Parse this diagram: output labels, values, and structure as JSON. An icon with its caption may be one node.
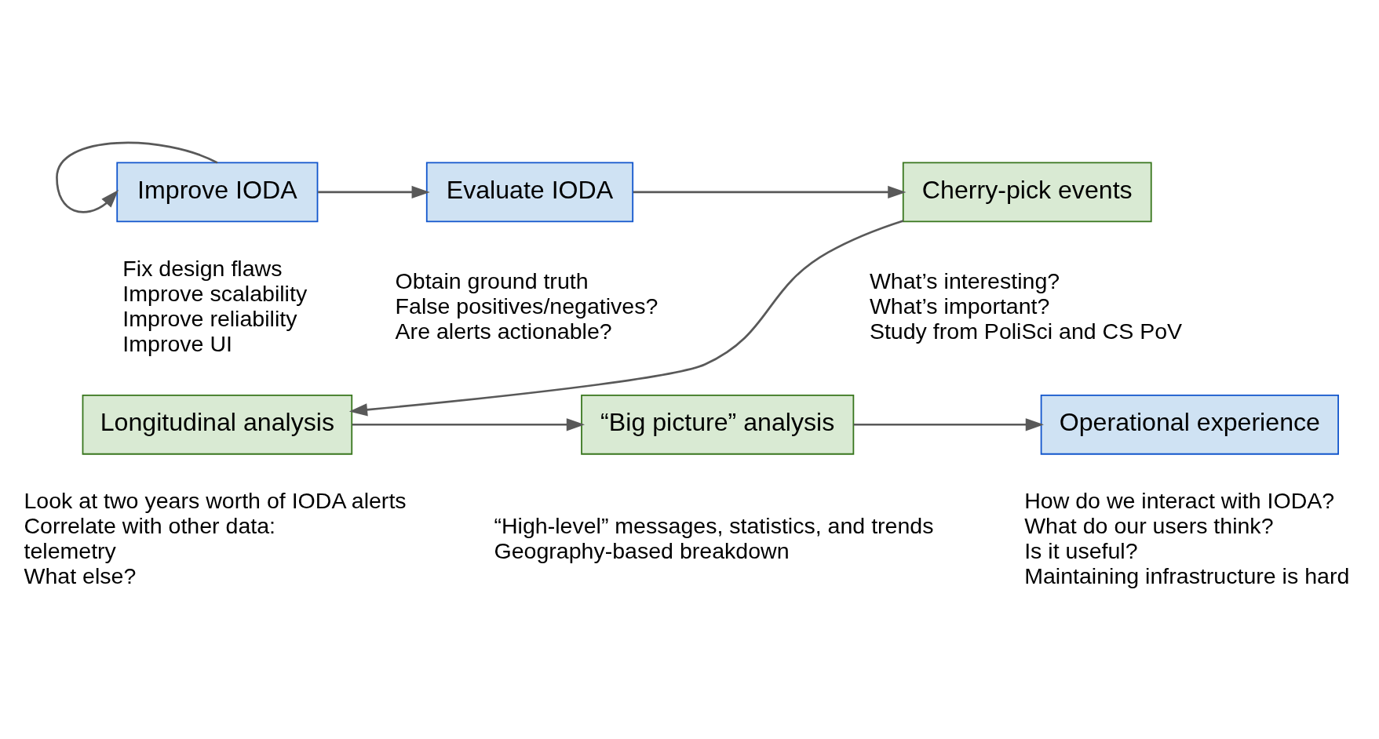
{
  "diagram": {
    "nodes": [
      {
        "text": [
          "Improve IODA"
        ],
        "beside": [
          "Fix design flaws",
          "Improve scalability",
          "Improve reliability",
          "Improve UI"
        ]
      },
      {
        "text": [
          "Evaluate IODA"
        ],
        "beside": [
          "Obtain ground truth",
          "False positives/negatives?",
          "Are alerts actionable?"
        ]
      },
      {
        "text": [
          "Cherry-pick events"
        ],
        "beside": [
          "What’s interesting?",
          "What’s important?",
          "Study from PoliSci and CS PoV"
        ]
      },
      {
        "text": [
          "Longitudinal analysis"
        ],
        "beside": [
          "Look at two years worth of IODA alerts",
          "Correlate with other data:",
          "telemetry",
          "What else?"
        ]
      },
      {
        "text": [
          "“Big picture” analysis"
        ],
        "beside": [
          "“High-level” messages, statistics, and trends",
          "Geography-based breakdown"
        ]
      },
      {
        "text": [
          "Operational experience"
        ],
        "beside": [
          "How do we interact with IODA?",
          "What do our users think?",
          "Is it useful?",
          "Maintaining infrastructure is hard"
        ]
      }
    ],
    "edges": [
      {
        "from": 0,
        "to": 0,
        "arrow": "to"
      },
      {
        "from": 0,
        "to": 1,
        "arrow": "to"
      },
      {
        "from": 1,
        "to": 2,
        "arrow": "to"
      },
      {
        "from": 2,
        "to": 3,
        "arrow": "to"
      },
      {
        "from": 3,
        "to": 4,
        "arrow": "to"
      },
      {
        "from": 4,
        "to": 5,
        "arrow": "to"
      }
    ]
  }
}
